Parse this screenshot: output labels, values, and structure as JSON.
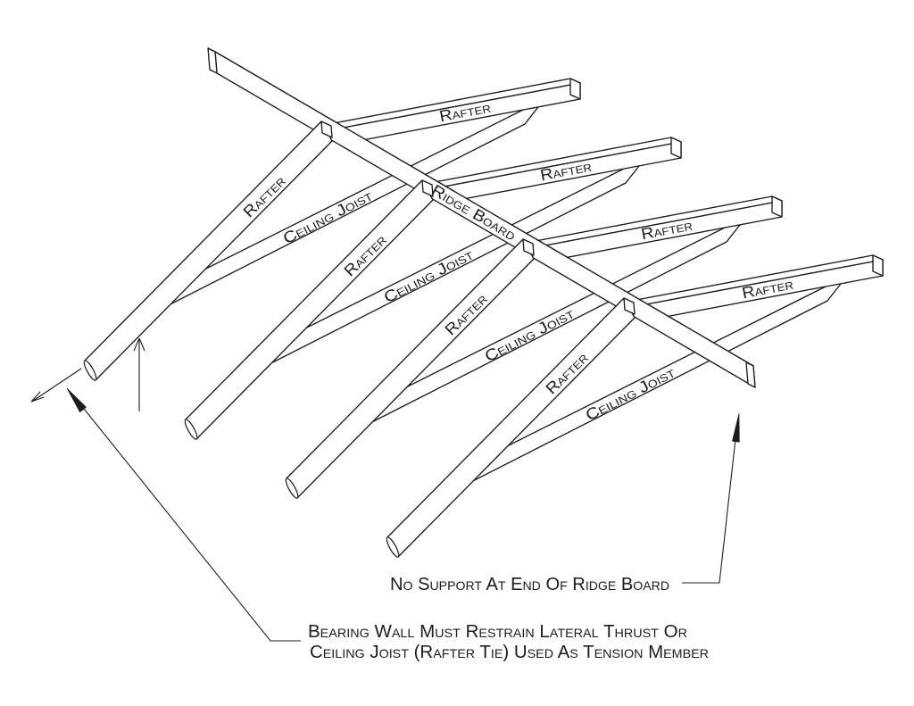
{
  "diagram": {
    "background": "#ffffff",
    "line_color": "#1c1c1c",
    "member_labels": {
      "rafter": "Rafter",
      "ceiling_joist": "Ceiling Joist",
      "ridge_board": "Ridge Board"
    },
    "annotations": {
      "no_support": "No Support At End Of Ridge Board",
      "bearing_wall_line1": "Bearing Wall Must Restrain Lateral Thrust Or",
      "bearing_wall_line2": "Ceiling Joist (Rafter Tie) Used As Tension Member"
    }
  }
}
